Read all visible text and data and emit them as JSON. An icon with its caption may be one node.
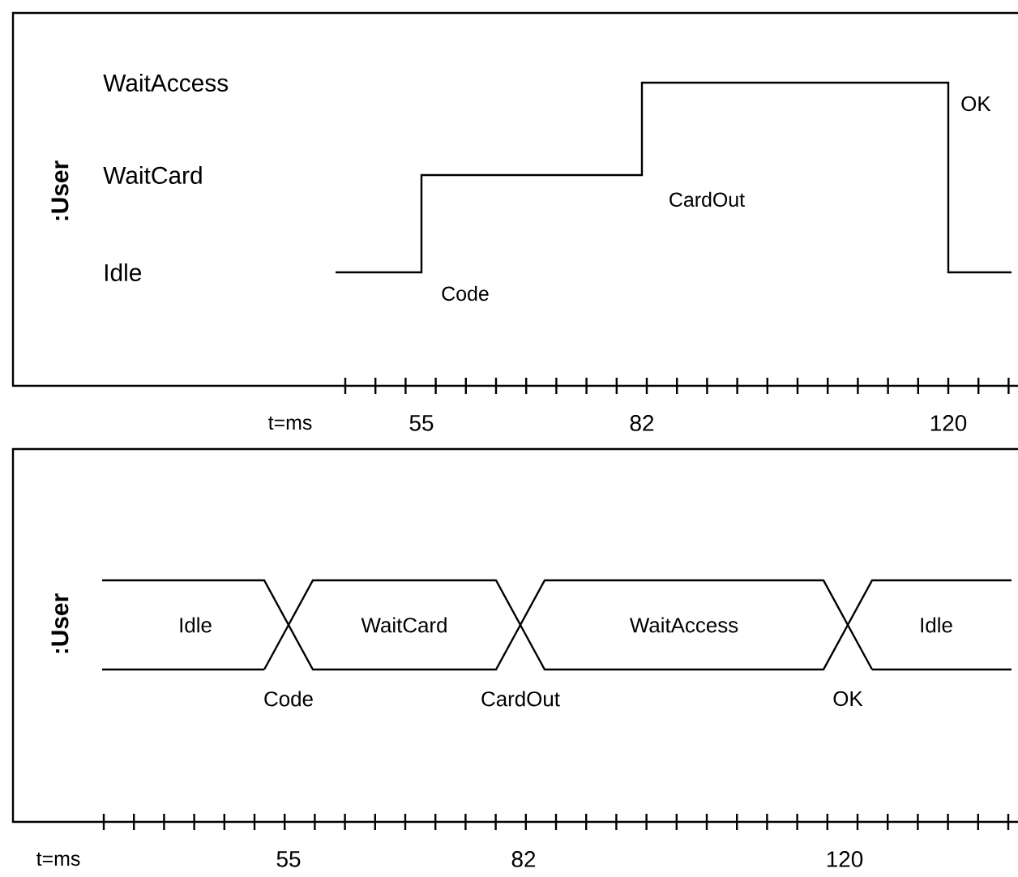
{
  "diagram": {
    "nodes": [
      {
        "text": [
          ":User"
        ]
      },
      {
        "text": [
          ":User"
        ]
      },
      {
        "text": [
          "Idle"
        ],
        "in": 1
      },
      {
        "text": [
          "WaitCard"
        ],
        "in": 1
      },
      {
        "text": [
          "WaitAccess"
        ],
        "in": 1
      },
      {
        "text": [
          "Idle"
        ],
        "in": 1
      }
    ],
    "labels": [
      "WaitAccess",
      "OK",
      "WaitCard",
      "CardOut",
      "Idle",
      "Code",
      "t=ms",
      "55",
      "82",
      "120",
      "Code",
      "CardOut",
      "OK",
      "t=ms",
      "55",
      "82",
      "120"
    ]
  }
}
